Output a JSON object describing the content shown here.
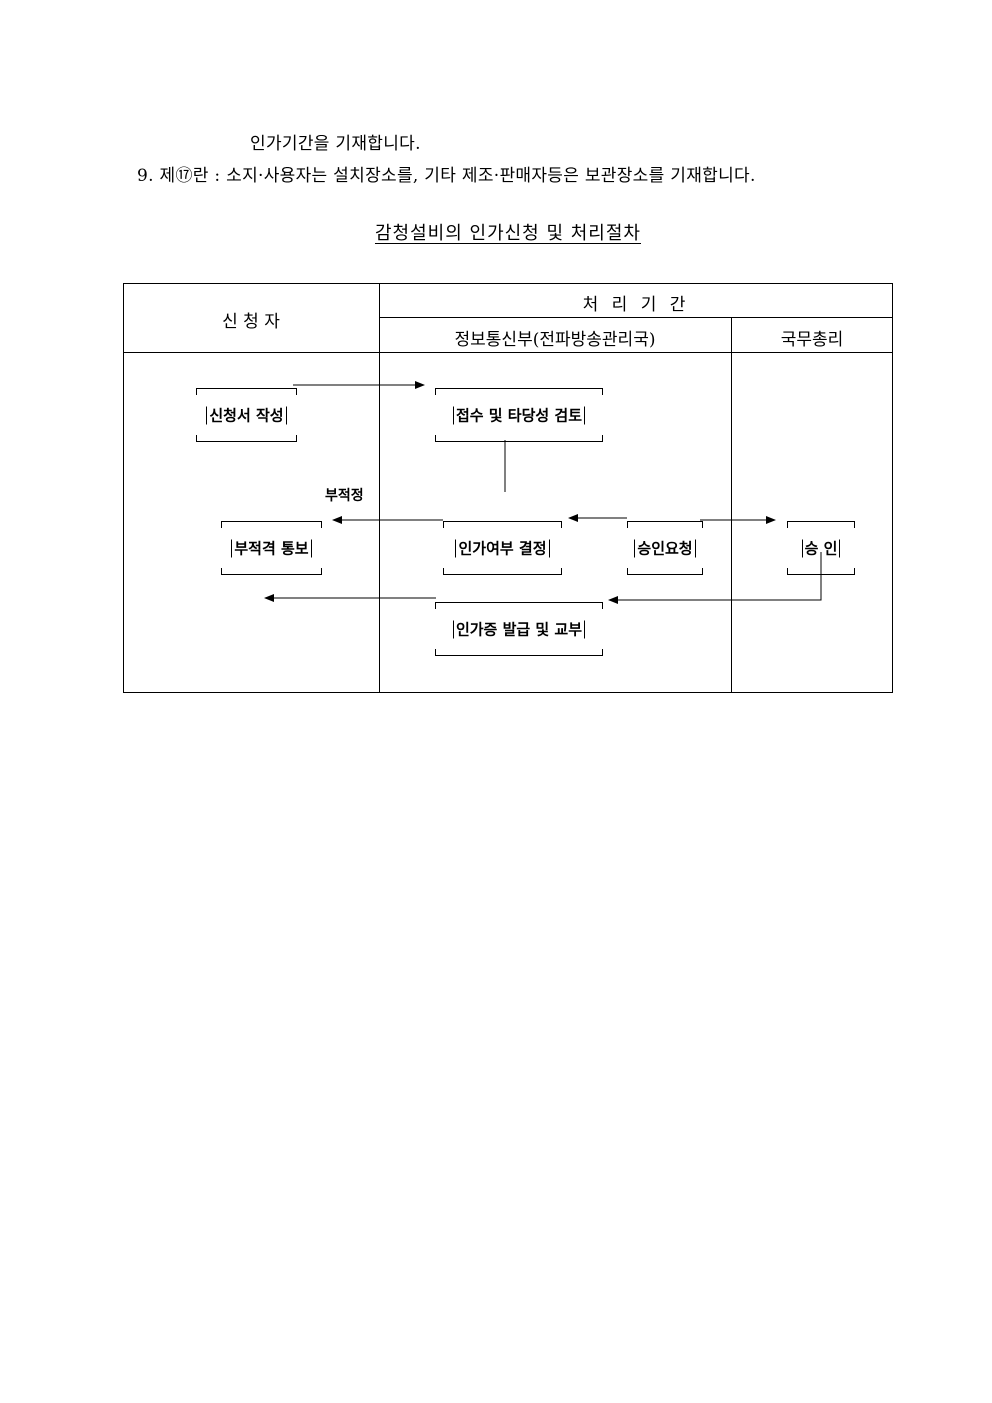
{
  "document": {
    "lines": [
      "인가기간을 기재합니다.",
      "9. 제⑰란 : 소지·사용자는 설치장소를, 기타 제조·판매자등은 보관장소를 기재합니다."
    ],
    "title": "감청설비의 인가신청 및 처리절차"
  },
  "table": {
    "applicant_header": "신 청 자",
    "agency_header": "처 리 기 간",
    "ministry_header": "정보통신부(전파방송관리국)",
    "pm_header": "국무총리"
  },
  "boxes": {
    "write_application": "신청서 작성",
    "receive_review": "접수 및 타당성 검토",
    "unfit_notice": "부적격 통보",
    "decision": "인가여부 결정",
    "approval_request": "승인요청",
    "approval": "승 인",
    "issue_certificate": "인가증 발급 및 교부"
  },
  "labels": {
    "unfit": "부적정"
  }
}
